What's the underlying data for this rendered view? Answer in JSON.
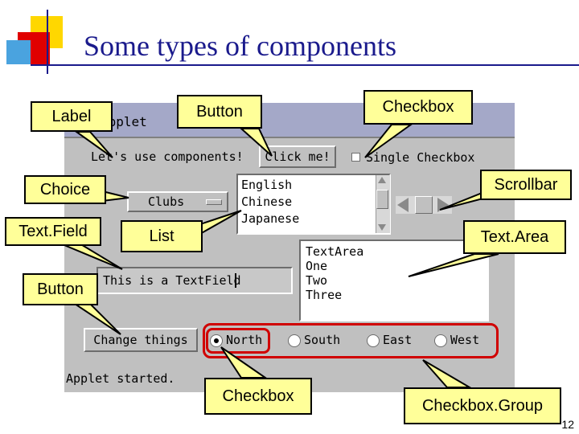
{
  "slide": {
    "title": "Some types of components",
    "number": "12"
  },
  "applet": {
    "title": "Applet",
    "label_text": "Let's use components!",
    "button_click": "Click me!",
    "checkbox_single": "Single Checkbox",
    "choice_value": "Clubs",
    "list_items": [
      "English",
      "Chinese",
      "Japanese"
    ],
    "textfield_value": "This is a TextField",
    "textarea_lines": [
      "TextArea",
      "One",
      "Two",
      "Three"
    ],
    "button_change": "Change things",
    "radio_options": [
      {
        "label": "North",
        "selected": true
      },
      {
        "label": "South",
        "selected": false
      },
      {
        "label": "East",
        "selected": false
      },
      {
        "label": "West",
        "selected": false
      }
    ],
    "status": "Applet started."
  },
  "callouts": {
    "label": "Label",
    "button_top": "Button",
    "checkbox_top": "Checkbox",
    "choice": "Choice",
    "scrollbar": "Scrollbar",
    "textfield": "Text.Field",
    "list": "List",
    "textarea": "Text.Area",
    "button_left": "Button",
    "checkbox_bottom": "Checkbox",
    "checkboxgroup": "Checkbox.Group"
  },
  "colors": {
    "title": "#1a1a8c",
    "callout_fill": "#ffff99",
    "highlight": "#d00000",
    "applet_bg": "#c0c0c0"
  }
}
